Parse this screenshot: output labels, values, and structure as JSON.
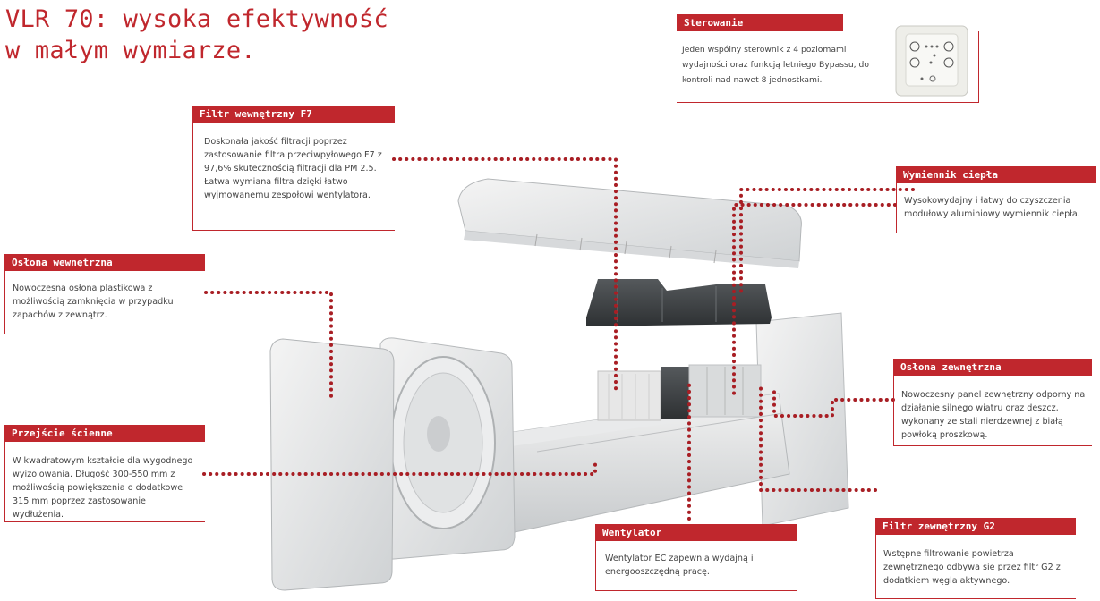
{
  "title": {
    "line1": "VLR 70: wysoka efektywność",
    "line2": "w małym wymiarze."
  },
  "sections": {
    "sterowanie": {
      "heading": "Sterowanie",
      "text": "Jeden wspólny sterownik z 4 poziomami wydajności oraz funkcją letniego Bypassu, do kontroli nad nawet 8 jednostkami."
    },
    "filtr_f7": {
      "heading": "Filtr wewnętrzny F7",
      "text": "Doskonała jakość filtracji poprzez zastosowanie filtra przeciwpyłowego F7 z 97,6% skutecznością filtracji dla PM 2.5. Łatwa wymiana filtra dzięki łatwo wyjmowanemu zespołowi wentylatora."
    },
    "wymiennik": {
      "heading": "Wymiennik ciepła",
      "text": "Wysokowydajny i łatwy do czyszczenia modułowy aluminiowy wymiennik ciepła."
    },
    "oslona_wew": {
      "heading": "Osłona wewnętrzna",
      "text": "Nowoczesna osłona plastikowa z możliwością zamknięcia w przypadku zapachów z zewnątrz."
    },
    "oslona_zew": {
      "heading": "Osłona zewnętrzna",
      "text": "Nowoczesny panel zewnętrzny odporny na działanie silnego wiatru oraz deszcz, wykonany ze stali nierdzewnej z białą powłoką proszkową."
    },
    "przejscie": {
      "heading": "Przejście ścienne",
      "text": "W kwadratowym kształcie dla wygodnego wyizolowania. Długość 300-550 mm z możliwością powiększenia o dodatkowe 315 mm poprzez zastosowanie wydłużenia."
    },
    "wentylator": {
      "heading": "Wentylator",
      "text": "Wentylator EC zapewnia wydajną i energooszczędną pracę."
    },
    "filtr_g2": {
      "heading": "Filtr zewnętrzny G2",
      "text": "Wstępne filtrowanie powietrza zewnętrznego odbywa się przez filtr G2 z dodatkiem węgla aktywnego."
    }
  },
  "colors": {
    "accent": "#c0272d",
    "dots": "#a81e24",
    "text": "#444444"
  }
}
